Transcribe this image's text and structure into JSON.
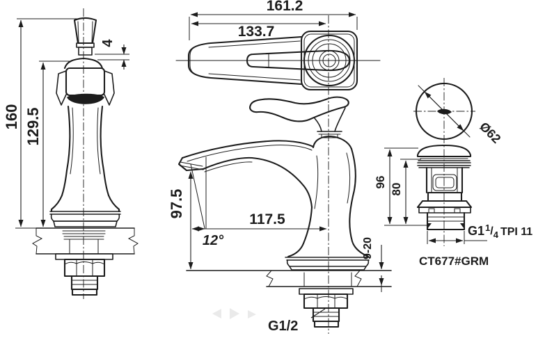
{
  "colors": {
    "ink": "#1c1c1c",
    "paper": "#ffffff",
    "watermark": "#c4c4c4"
  },
  "product": {
    "model": "CT677#GRM"
  },
  "front_view": {
    "dim_height_overall": "160",
    "dim_height_to_body": "129.5",
    "dim_handle_clearance": "4"
  },
  "top_view": {
    "dim_length_overall": "161.2",
    "dim_spout_reach": "133.7"
  },
  "side_view": {
    "dim_spout_outlet_height": "97.5",
    "dim_spout_center_reach": "117.5",
    "dim_spout_angle": "12°",
    "dim_deck_thickness_range": "9-20",
    "inlet_thread": "G1/2"
  },
  "drain_view": {
    "dim_cap_diameter": "Ø62",
    "dim_height_overall": "96",
    "dim_height_below_flange": "80",
    "thread": {
      "full": "G1 1/4 TPI 11",
      "prefix": "G1",
      "numerator": "1",
      "slash": "/",
      "denominator": "4",
      "suffix": "TPI 11"
    }
  }
}
